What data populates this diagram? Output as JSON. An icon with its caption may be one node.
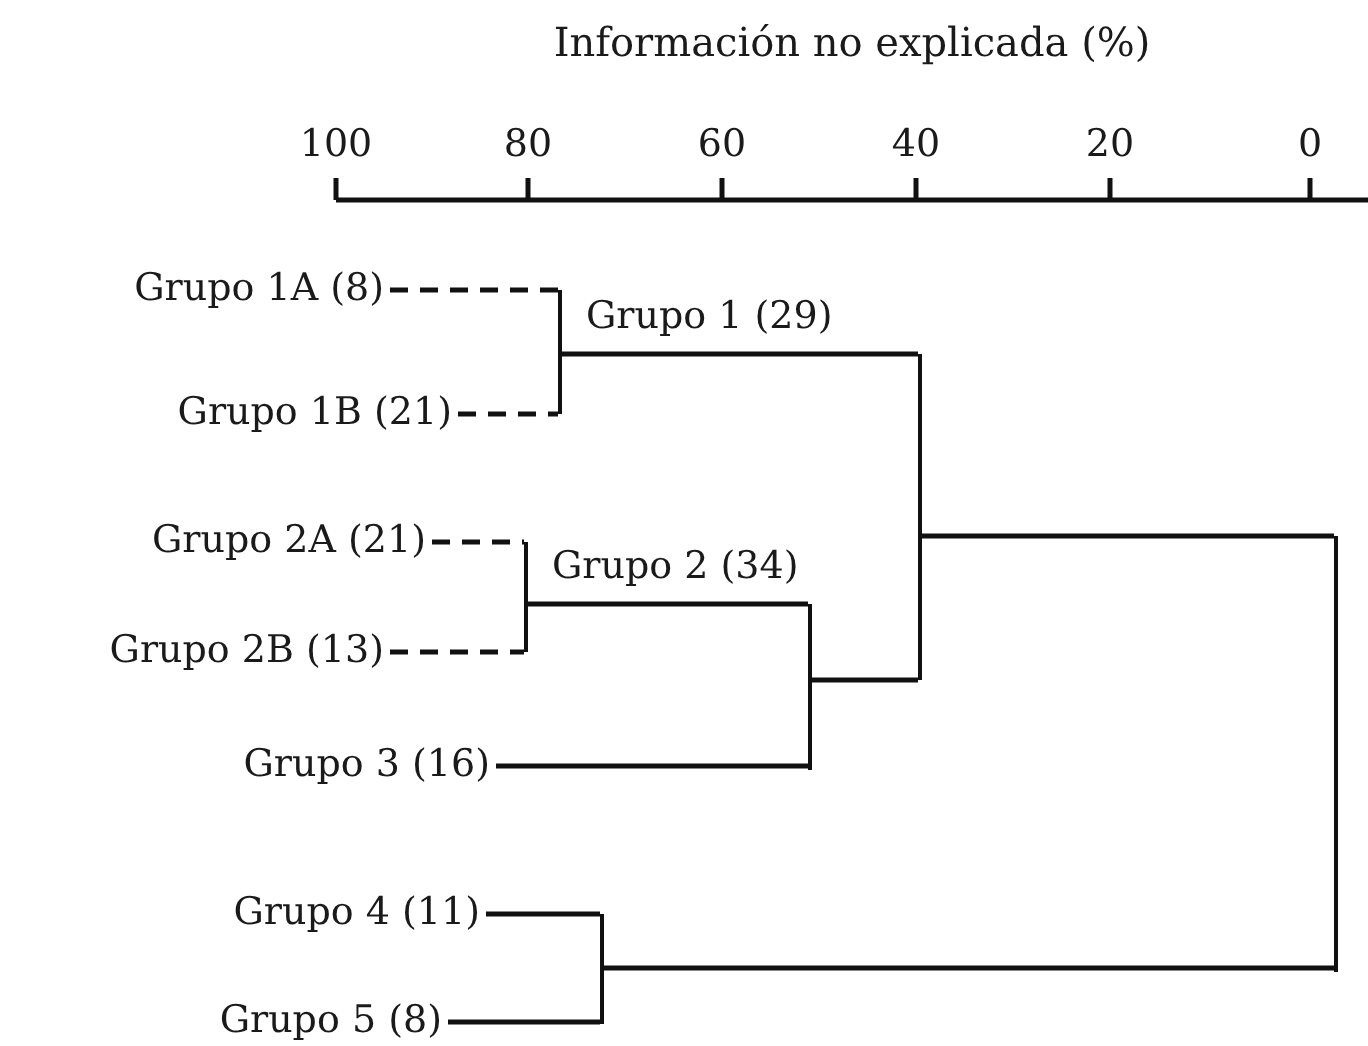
{
  "diagram": {
    "nodes": [
      {
        "text": [
          "Grupo 1A (8)"
        ]
      },
      {
        "text": [
          "Grupo 1 (29)"
        ]
      },
      {
        "text": [
          "Grupo 1B (21)"
        ]
      },
      {
        "text": [],
        "shape": "bar"
      },
      {
        "text": [
          "Grupo 2A (21)"
        ]
      },
      {
        "text": [
          "Grupo 2 (34)"
        ]
      },
      {
        "text": [
          "Grupo 2B (13)"
        ]
      },
      {
        "text": [],
        "shape": "bar"
      },
      {
        "text": [
          "Grupo 3 (16)"
        ]
      },
      {
        "text": [],
        "shape": "bar"
      },
      {
        "text": [
          "Grupo 4 (11)"
        ]
      },
      {
        "text": [],
        "shape": "bar"
      },
      {
        "text": [
          "Grupo 5 (8)"
        ]
      }
    ],
    "edges": [
      {
        "from": 0,
        "to": 1,
        "arrow": "none",
        "style": "dashed"
      },
      {
        "from": 2,
        "to": 1,
        "arrow": "none",
        "style": "dashed"
      },
      {
        "from": 4,
        "to": 5,
        "arrow": "none",
        "style": "dashed"
      },
      {
        "from": 6,
        "to": 5,
        "arrow": "none",
        "style": "dashed"
      },
      {
        "from": 5,
        "to": 7,
        "arrow": "none"
      },
      {
        "from": 8,
        "to": 7,
        "arrow": "none"
      },
      {
        "from": 1,
        "to": 3,
        "arrow": "none"
      },
      {
        "from": 7,
        "to": 3,
        "arrow": "none"
      },
      {
        "from": 10,
        "to": 11,
        "arrow": "none"
      },
      {
        "from": 12,
        "to": 11,
        "arrow": "none"
      },
      {
        "from": 3,
        "to": 9,
        "arrow": "none"
      },
      {
        "from": 11,
        "to": 9,
        "arrow": "none"
      }
    ],
    "labels": [
      "Información no explicada (%)",
      "100",
      "80",
      "60",
      "40",
      "20",
      "0"
    ]
  }
}
